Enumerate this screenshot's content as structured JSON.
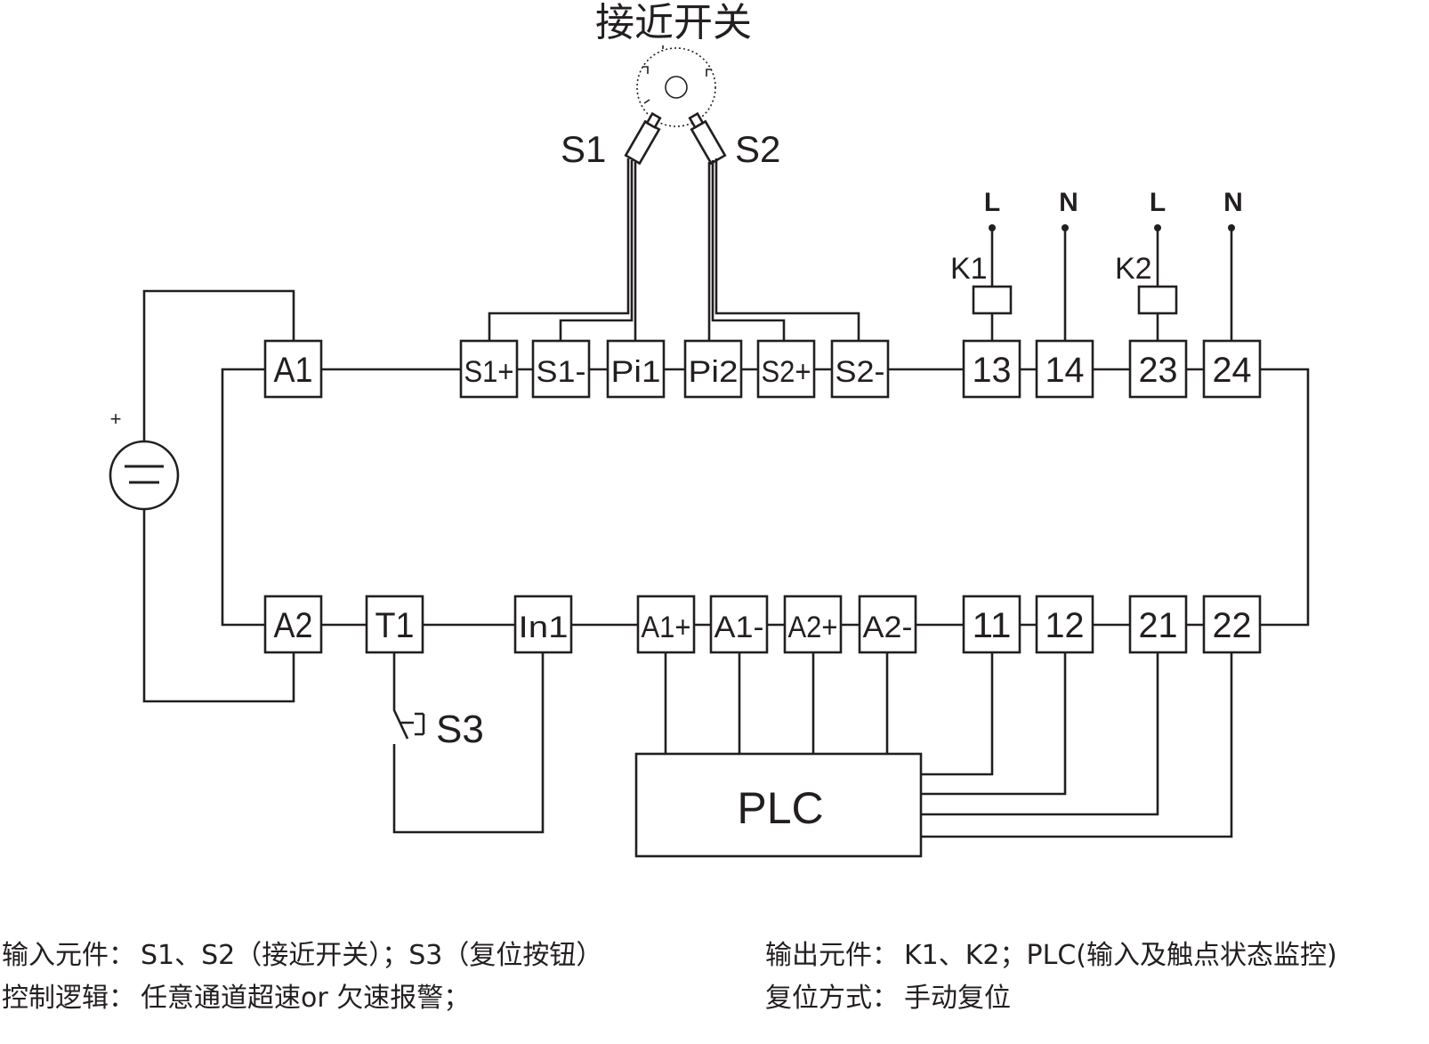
{
  "title": "接近开关",
  "sensors": {
    "s1": "S1",
    "s2": "S2"
  },
  "top_terminals": [
    "A1",
    "S1+",
    "S1-",
    "Pi1",
    "Pi2",
    "S2+",
    "S2-",
    "13",
    "14",
    "23",
    "24"
  ],
  "bottom_terminals": [
    "A2",
    "T1",
    "In1",
    "A1+",
    "A1-",
    "A2+",
    "A2-",
    "11",
    "12",
    "21",
    "22"
  ],
  "supply": {
    "plus": "+"
  },
  "outputs": {
    "l1": "L",
    "n1": "N",
    "l2": "L",
    "n2": "N",
    "k1": "K1",
    "k2": "K2"
  },
  "switch_label": "S3",
  "plc_label": "PLC",
  "notes": {
    "input_label": "输入元件：",
    "input_value": "S1、S2（接近开关）；S3（复位按钮）",
    "logic_label": "控制逻辑：",
    "logic_value": "任意通道超速or 欠速报警；",
    "output_label": "输出元件：",
    "output_value": "K1、K2；PLC(输入及触点状态监控)",
    "reset_label": "复位方式：",
    "reset_value": "手动复位"
  }
}
